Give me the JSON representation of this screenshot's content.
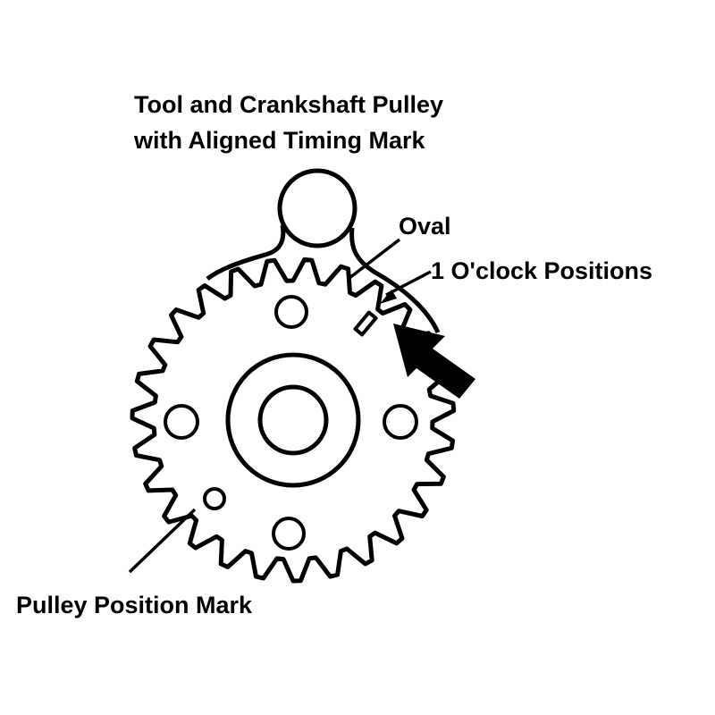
{
  "title": {
    "line1": "Tool and Crankshaft Pulley",
    "line2": "with Aligned Timing Mark"
  },
  "labels": {
    "oval": "Oval",
    "one_oclock": "1 O'clock Positions",
    "pulley_mark": "Pulley Position Mark"
  },
  "colors": {
    "ink": "#000000",
    "background": "#ffffff"
  },
  "gear": {
    "teeth": 27
  }
}
